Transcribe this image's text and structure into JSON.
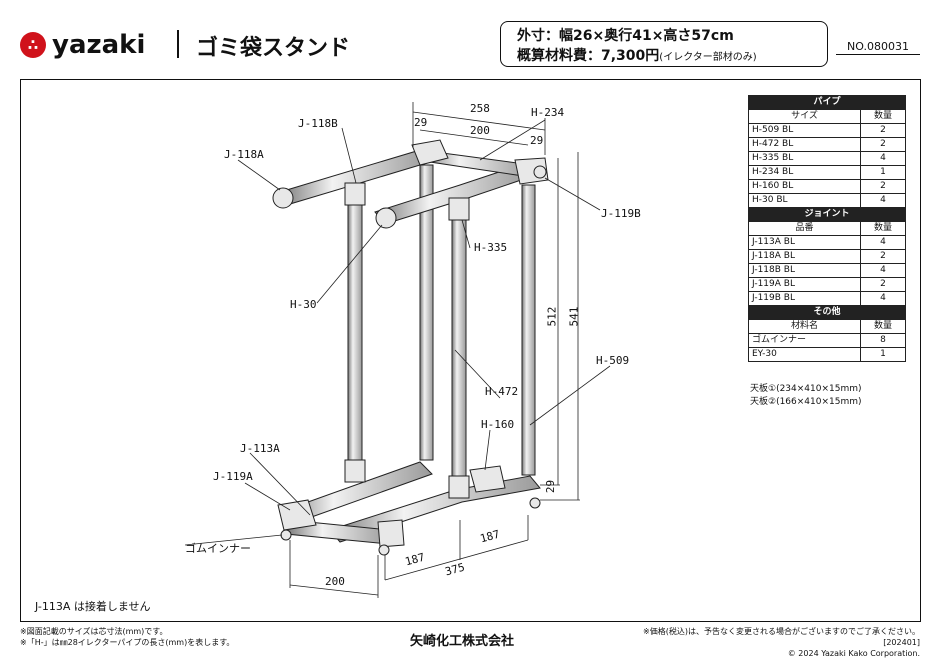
{
  "header": {
    "brand": "yazaki",
    "product_title": "ゴミ袋スタンド",
    "spec_dimensions": "外寸：幅26×奥行41×高さ57cm",
    "spec_price": "概算材料費：7,300円",
    "spec_price_note": "(イレクター部材のみ)",
    "model_number": "NO.080031"
  },
  "parts_table": {
    "pipe_section": "パイプ",
    "pipe_headers": [
      "サイズ",
      "数量"
    ],
    "pipes": [
      {
        "name": "H-509 BL",
        "qty": "2"
      },
      {
        "name": "H-472 BL",
        "qty": "2"
      },
      {
        "name": "H-335 BL",
        "qty": "4"
      },
      {
        "name": "H-234 BL",
        "qty": "1"
      },
      {
        "name": "H-160 BL",
        "qty": "2"
      },
      {
        "name": "H-30 BL",
        "qty": "4"
      }
    ],
    "joint_section": "ジョイント",
    "joint_headers": [
      "品番",
      "数量"
    ],
    "joints": [
      {
        "name": "J-113A BL",
        "qty": "4"
      },
      {
        "name": "J-118A BL",
        "qty": "2"
      },
      {
        "name": "J-118B BL",
        "qty": "4"
      },
      {
        "name": "J-119A BL",
        "qty": "2"
      },
      {
        "name": "J-119B BL",
        "qty": "4"
      }
    ],
    "other_section": "その他",
    "other_headers": [
      "材料名",
      "数量"
    ],
    "others": [
      {
        "name": "ゴムインナー",
        "qty": "8"
      },
      {
        "name": "EY-30",
        "qty": "1"
      }
    ],
    "board1": "天板①(234×410×15mm)",
    "board2": "天板②(166×410×15mm)"
  },
  "diagram": {
    "labels": {
      "j118b": "J-118B",
      "j118a": "J-118A",
      "h234": "H-234",
      "j119b": "J-119B",
      "h335": "H-335",
      "h30": "H-30",
      "h509": "H-509",
      "h472": "H-472",
      "h160": "H-160",
      "j113a": "J-113A",
      "j119a": "J-119A",
      "gum": "ゴムインナー"
    },
    "dims": {
      "d258": "258",
      "d29a": "29",
      "d200top": "200",
      "d29b": "29",
      "d512": "512",
      "d541": "541",
      "d29c": "29",
      "d187a": "187",
      "d187b": "187",
      "d375": "375",
      "d200bottom": "200"
    },
    "j113a_note": "J-113A は接着しません"
  },
  "footer": {
    "note_left_1": "※図面記載のサイズは芯寸法(mm)です。",
    "note_left_2": "※「H-」は㎜28イレクターパイプの長さ(mm)を表します。",
    "company": "矢崎化工株式会社",
    "note_right_1": "※価格(税込)は、予告なく変更される場合がございますのでご了承ください。[202401]",
    "note_right_2": "© 2024 Yazaki Kako Corporation."
  }
}
